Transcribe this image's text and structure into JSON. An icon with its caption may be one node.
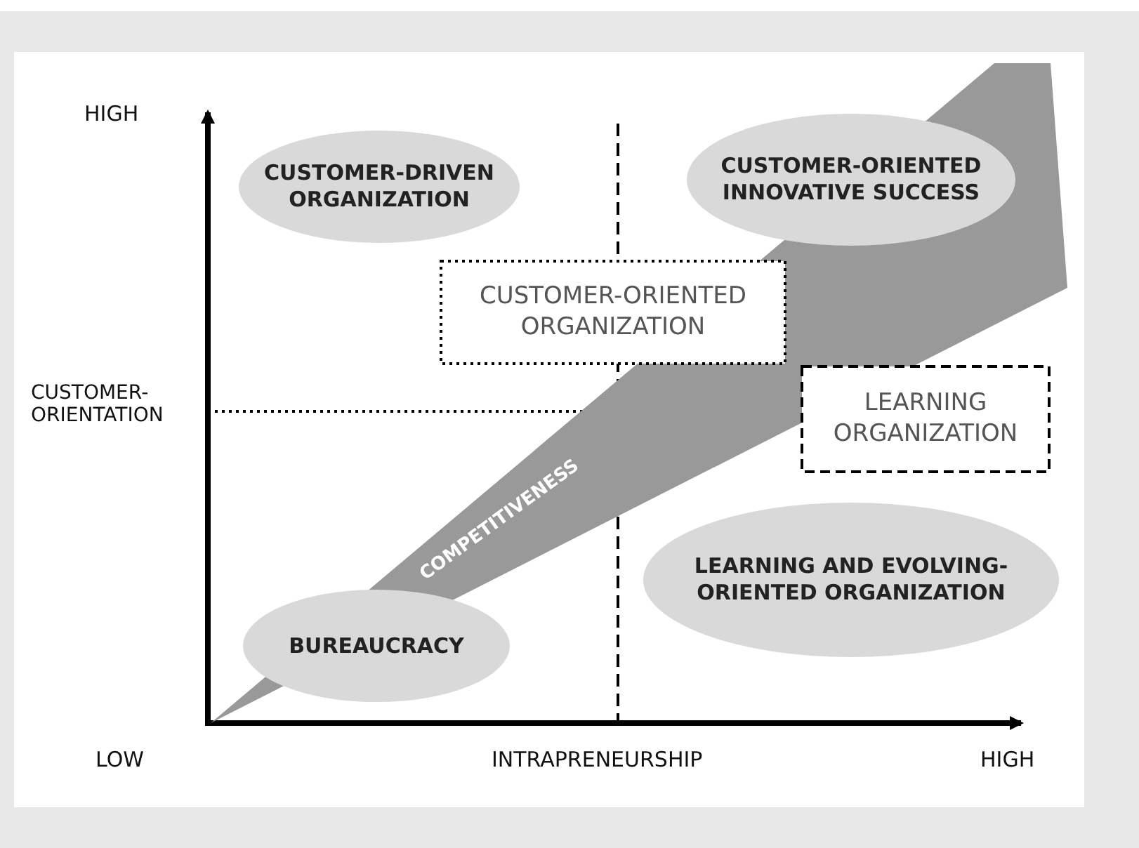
{
  "diagram": {
    "nodes": [
      {
        "text": [
          "CUSTOMER-DRIVEN ORGANIZATION"
        ]
      },
      {
        "text": [
          "CUSTOMER-ORIENTED INNOVATIVE SUCCESS"
        ]
      },
      {
        "text": [
          "CUSTOMER-ORIENTED ORGANIZATION"
        ]
      },
      {
        "text": [
          "LEARNING ORGANIZATION"
        ]
      },
      {
        "text": [
          "COMPETITIVENESS"
        ]
      },
      {
        "text": [
          "LEARNING AND EVOLVING-ORIENTED ORGANIZATION"
        ]
      },
      {
        "text": [
          "BUREAUCRACY"
        ]
      }
    ],
    "edges": [],
    "labels": [
      "HIGH",
      "CUSTOMER-ORIENTATION",
      "LOW",
      "INTRAPRENEURSHIP",
      "HIGH"
    ]
  }
}
